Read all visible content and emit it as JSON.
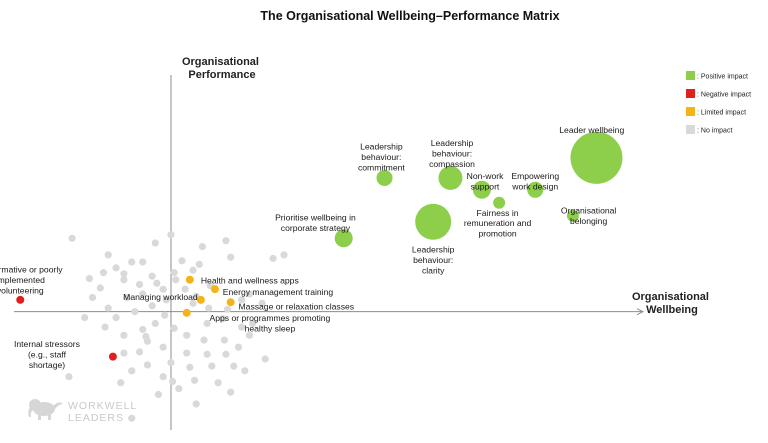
{
  "chart_data": {
    "type": "scatter",
    "title": "The Organisational Wellbeing–Performance Matrix",
    "xlabel": [
      "Organisational",
      "Wellbeing"
    ],
    "ylabel": [
      "Organisational",
      "Performance"
    ],
    "xlim": [
      -10,
      30
    ],
    "ylim": [
      -10,
      20
    ],
    "grid": false,
    "legend_position": "top-right",
    "colors": {
      "positive": "#8dcf4a",
      "negative": "#e01f1f",
      "limited": "#f5b31a",
      "none": "#d9d9d9",
      "axis": "#8c8c8c"
    },
    "legend": [
      {
        "key": "positive",
        "label": ": Positive impact"
      },
      {
        "key": "negative",
        "label": ": Negative impact"
      },
      {
        "key": "limited",
        "label": ": Limited impact"
      },
      {
        "key": "none",
        "label": ": No impact"
      }
    ],
    "points": [
      {
        "name": "leader-wellbeing",
        "lines": [
          "Leader wellbeing"
        ],
        "x": 27.1,
        "y": 13.0,
        "size": 26,
        "impact": "positive",
        "lx": 26.8,
        "ly": 15.1,
        "anchor": "middle"
      },
      {
        "name": "leadership-commitment",
        "lines": [
          "Leadership",
          "behaviour:",
          "commitment"
        ],
        "x": 13.6,
        "y": 11.3,
        "size": 8,
        "impact": "positive",
        "lx": 13.4,
        "ly": 13.7,
        "anchor": "middle"
      },
      {
        "name": "leadership-compassion",
        "lines": [
          "Leadership",
          "behaviour:",
          "compassion"
        ],
        "x": 17.8,
        "y": 11.3,
        "size": 12,
        "impact": "positive",
        "lx": 17.9,
        "ly": 14.0,
        "anchor": "middle"
      },
      {
        "name": "non-work-support",
        "lines": [
          "Non-work",
          "support"
        ],
        "x": 19.8,
        "y": 10.3,
        "size": 9,
        "impact": "positive",
        "lx": 20.0,
        "ly": 11.2,
        "anchor": "middle"
      },
      {
        "name": "empowering-work-design",
        "lines": [
          "Empowering",
          "work design"
        ],
        "x": 23.2,
        "y": 10.3,
        "size": 8,
        "impact": "positive",
        "lx": 23.2,
        "ly": 11.2,
        "anchor": "middle"
      },
      {
        "name": "fairness-remuneration",
        "lines": [
          "Fairness in",
          "remuneration and",
          "promotion"
        ],
        "x": 20.9,
        "y": 9.2,
        "size": 6,
        "impact": "positive",
        "lx": 20.8,
        "ly": 8.1,
        "anchor": "middle"
      },
      {
        "name": "organisational-belonging",
        "lines": [
          "Organisational",
          "belonging"
        ],
        "x": 25.6,
        "y": 8.1,
        "size": 6,
        "impact": "positive",
        "lx": 26.6,
        "ly": 8.3,
        "anchor": "middle"
      },
      {
        "name": "prioritise-wellbeing-strategy",
        "lines": [
          "Prioritise wellbeing in",
          "corporate strategy"
        ],
        "x": 11.0,
        "y": 6.2,
        "size": 9,
        "impact": "positive",
        "lx": 9.2,
        "ly": 7.7,
        "anchor": "middle"
      },
      {
        "name": "leadership-clarity",
        "lines": [
          "Leadership",
          "behaviour:",
          "clarity"
        ],
        "x": 16.7,
        "y": 7.6,
        "size": 18,
        "impact": "positive",
        "lx": 16.7,
        "ly": 5.0,
        "anchor": "middle"
      },
      {
        "name": "health-wellness-apps",
        "lines": [
          "Health and wellness apps"
        ],
        "x": 1.2,
        "y": 2.7,
        "size": 4,
        "impact": "limited",
        "lx": 1.9,
        "ly": 2.4,
        "anchor": "start"
      },
      {
        "name": "energy-management-training",
        "lines": [
          "Energy management training"
        ],
        "x": 2.8,
        "y": 1.9,
        "size": 4,
        "impact": "limited",
        "lx": 3.3,
        "ly": 1.4,
        "anchor": "start"
      },
      {
        "name": "managing-workload",
        "lines": [
          "Managing workload"
        ],
        "x": 1.9,
        "y": 1.0,
        "size": 4,
        "impact": "limited",
        "lx": 1.7,
        "ly": 1.0,
        "anchor": "end"
      },
      {
        "name": "massage-relaxation",
        "lines": [
          "Massage or relaxation classes"
        ],
        "x": 3.8,
        "y": 0.8,
        "size": 4,
        "impact": "limited",
        "lx": 4.3,
        "ly": 0.2,
        "anchor": "start"
      },
      {
        "name": "apps-healthy-sleep",
        "lines": [
          "Apps or programmes promoting",
          "healthy sleep"
        ],
        "x": 1.0,
        "y": -0.1,
        "size": 4,
        "impact": "limited",
        "lx": 6.3,
        "ly": -0.8,
        "anchor": "middle"
      },
      {
        "name": "performative-volunteering",
        "lines": [
          "Performative or poorly",
          "implemented",
          "volunteering"
        ],
        "x": -9.6,
        "y": 1.0,
        "size": 4,
        "impact": "negative",
        "lx": -9.6,
        "ly": 3.3,
        "anchor": "middle"
      },
      {
        "name": "internal-stressors",
        "lines": [
          "Internal stressors",
          "(e.g., staff",
          "shortage)"
        ],
        "x": -3.7,
        "y": -3.8,
        "size": 4,
        "impact": "negative",
        "lx": -7.9,
        "ly": -3.0,
        "anchor": "middle"
      }
    ],
    "no_impact": [
      [
        -3.0,
        -3.5
      ],
      [
        -6.5,
        -5.5
      ],
      [
        -2.5,
        -9.0
      ],
      [
        -6.3,
        6.2
      ],
      [
        -1.0,
        5.8
      ],
      [
        0.0,
        6.5
      ],
      [
        2.0,
        5.5
      ],
      [
        3.5,
        6.0
      ],
      [
        6.5,
        4.5
      ],
      [
        7.2,
        4.8
      ],
      [
        -4.0,
        4.8
      ],
      [
        -2.5,
        4.2
      ],
      [
        -3.5,
        3.7
      ],
      [
        -4.3,
        3.3
      ],
      [
        -3.0,
        3.2
      ],
      [
        -1.8,
        4.2
      ],
      [
        0.7,
        4.3
      ],
      [
        1.8,
        4.0
      ],
      [
        3.8,
        4.6
      ],
      [
        -2.0,
        2.3
      ],
      [
        -3.0,
        2.7
      ],
      [
        -1.2,
        3.0
      ],
      [
        -4.5,
        2.0
      ],
      [
        -5.0,
        1.2
      ],
      [
        -2.8,
        1.2
      ],
      [
        -1.8,
        1.5
      ],
      [
        -0.5,
        1.9
      ],
      [
        0.3,
        2.7
      ],
      [
        -0.3,
        1.0
      ],
      [
        -4.0,
        0.3
      ],
      [
        -3.5,
        -0.5
      ],
      [
        -2.3,
        0.0
      ],
      [
        -1.2,
        0.5
      ],
      [
        -0.4,
        -0.3
      ],
      [
        0.2,
        3.3
      ],
      [
        1.4,
        3.5
      ],
      [
        1.4,
        0.7
      ],
      [
        2.4,
        0.3
      ],
      [
        3.6,
        0.2
      ],
      [
        4.5,
        1.0
      ],
      [
        5.0,
        1.5
      ],
      [
        5.8,
        0.7
      ],
      [
        3.3,
        -0.6
      ],
      [
        2.3,
        -1.0
      ],
      [
        4.5,
        -1.3
      ],
      [
        5.0,
        -2.0
      ],
      [
        3.4,
        -2.4
      ],
      [
        2.1,
        -2.4
      ],
      [
        1.0,
        -2.0
      ],
      [
        0.2,
        -1.4
      ],
      [
        -1.0,
        -1.0
      ],
      [
        -1.8,
        -1.5
      ],
      [
        -3.0,
        -2.0
      ],
      [
        -4.2,
        -1.3
      ],
      [
        -5.5,
        -0.5
      ],
      [
        -1.5,
        -2.5
      ],
      [
        -0.5,
        -3.0
      ],
      [
        1.0,
        -3.5
      ],
      [
        2.3,
        -3.6
      ],
      [
        3.5,
        -3.6
      ],
      [
        4.3,
        -3.0
      ],
      [
        0.0,
        -4.3
      ],
      [
        -1.5,
        -4.5
      ],
      [
        1.2,
        -4.7
      ],
      [
        2.6,
        -4.6
      ],
      [
        -0.5,
        -5.5
      ],
      [
        1.5,
        -5.8
      ],
      [
        3.0,
        -6.0
      ],
      [
        0.5,
        -6.5
      ],
      [
        3.8,
        -6.8
      ],
      [
        1.6,
        -7.8
      ],
      [
        -0.8,
        -7.0
      ],
      [
        -2.5,
        -5.0
      ],
      [
        -3.2,
        -6.0
      ],
      [
        4.7,
        -5.0
      ],
      [
        6.0,
        -4.0
      ],
      [
        0.1,
        -5.9
      ],
      [
        2.5,
        2.2
      ],
      [
        0.9,
        1.9
      ],
      [
        -0.9,
        2.4
      ],
      [
        -5.2,
        2.8
      ],
      [
        -1.6,
        -2.1
      ],
      [
        4.0,
        -4.6
      ],
      [
        5.2,
        -1.0
      ],
      [
        -2.0,
        -3.4
      ],
      [
        1.6,
        1.3
      ]
    ]
  },
  "logo": {
    "text_line1": "WORKWELL",
    "text_line2": "LEADERS"
  }
}
